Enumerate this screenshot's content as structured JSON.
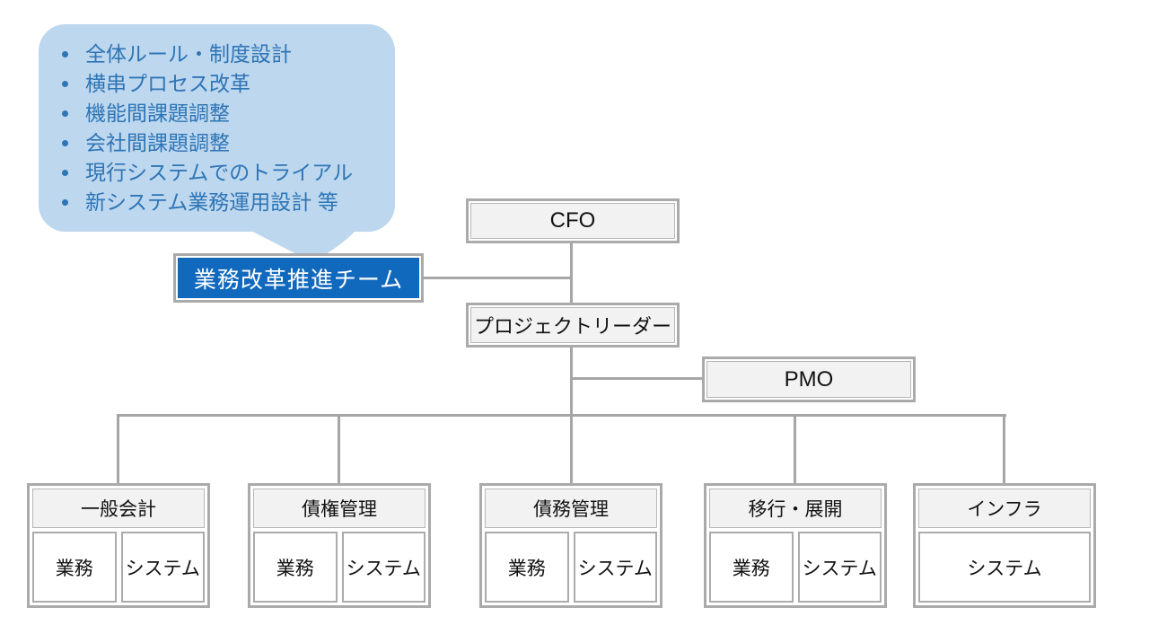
{
  "callout": {
    "items": [
      "全体ルール・制度設計",
      "横串プロセス改革",
      "機能間課題調整",
      "会社間課題調整",
      "現行システムでのトライアル",
      "新システム業務運用設計 等"
    ]
  },
  "org": {
    "team_box": {
      "label": "業務改革推進チーム"
    },
    "cfo": {
      "label": "CFO"
    },
    "project_leader": {
      "label": "プロジェクトリーダー"
    },
    "pmo": {
      "label": "PMO"
    },
    "children": [
      {
        "title": "一般会計",
        "cells": [
          "業務",
          "システム"
        ]
      },
      {
        "title": "債権管理",
        "cells": [
          "業務",
          "システム"
        ]
      },
      {
        "title": "債務管理",
        "cells": [
          "業務",
          "システム"
        ]
      },
      {
        "title": "移行・展開",
        "cells": [
          "業務",
          "システム"
        ]
      },
      {
        "title": "インフラ",
        "cells": [
          "システム"
        ]
      }
    ]
  },
  "colors": {
    "callout_fill": "#bdd7ee",
    "callout_text": "#2e75b6",
    "accent_blue": "#1169be",
    "box_fill": "#f2f2f2",
    "border_gray": "#a6a6a6"
  }
}
